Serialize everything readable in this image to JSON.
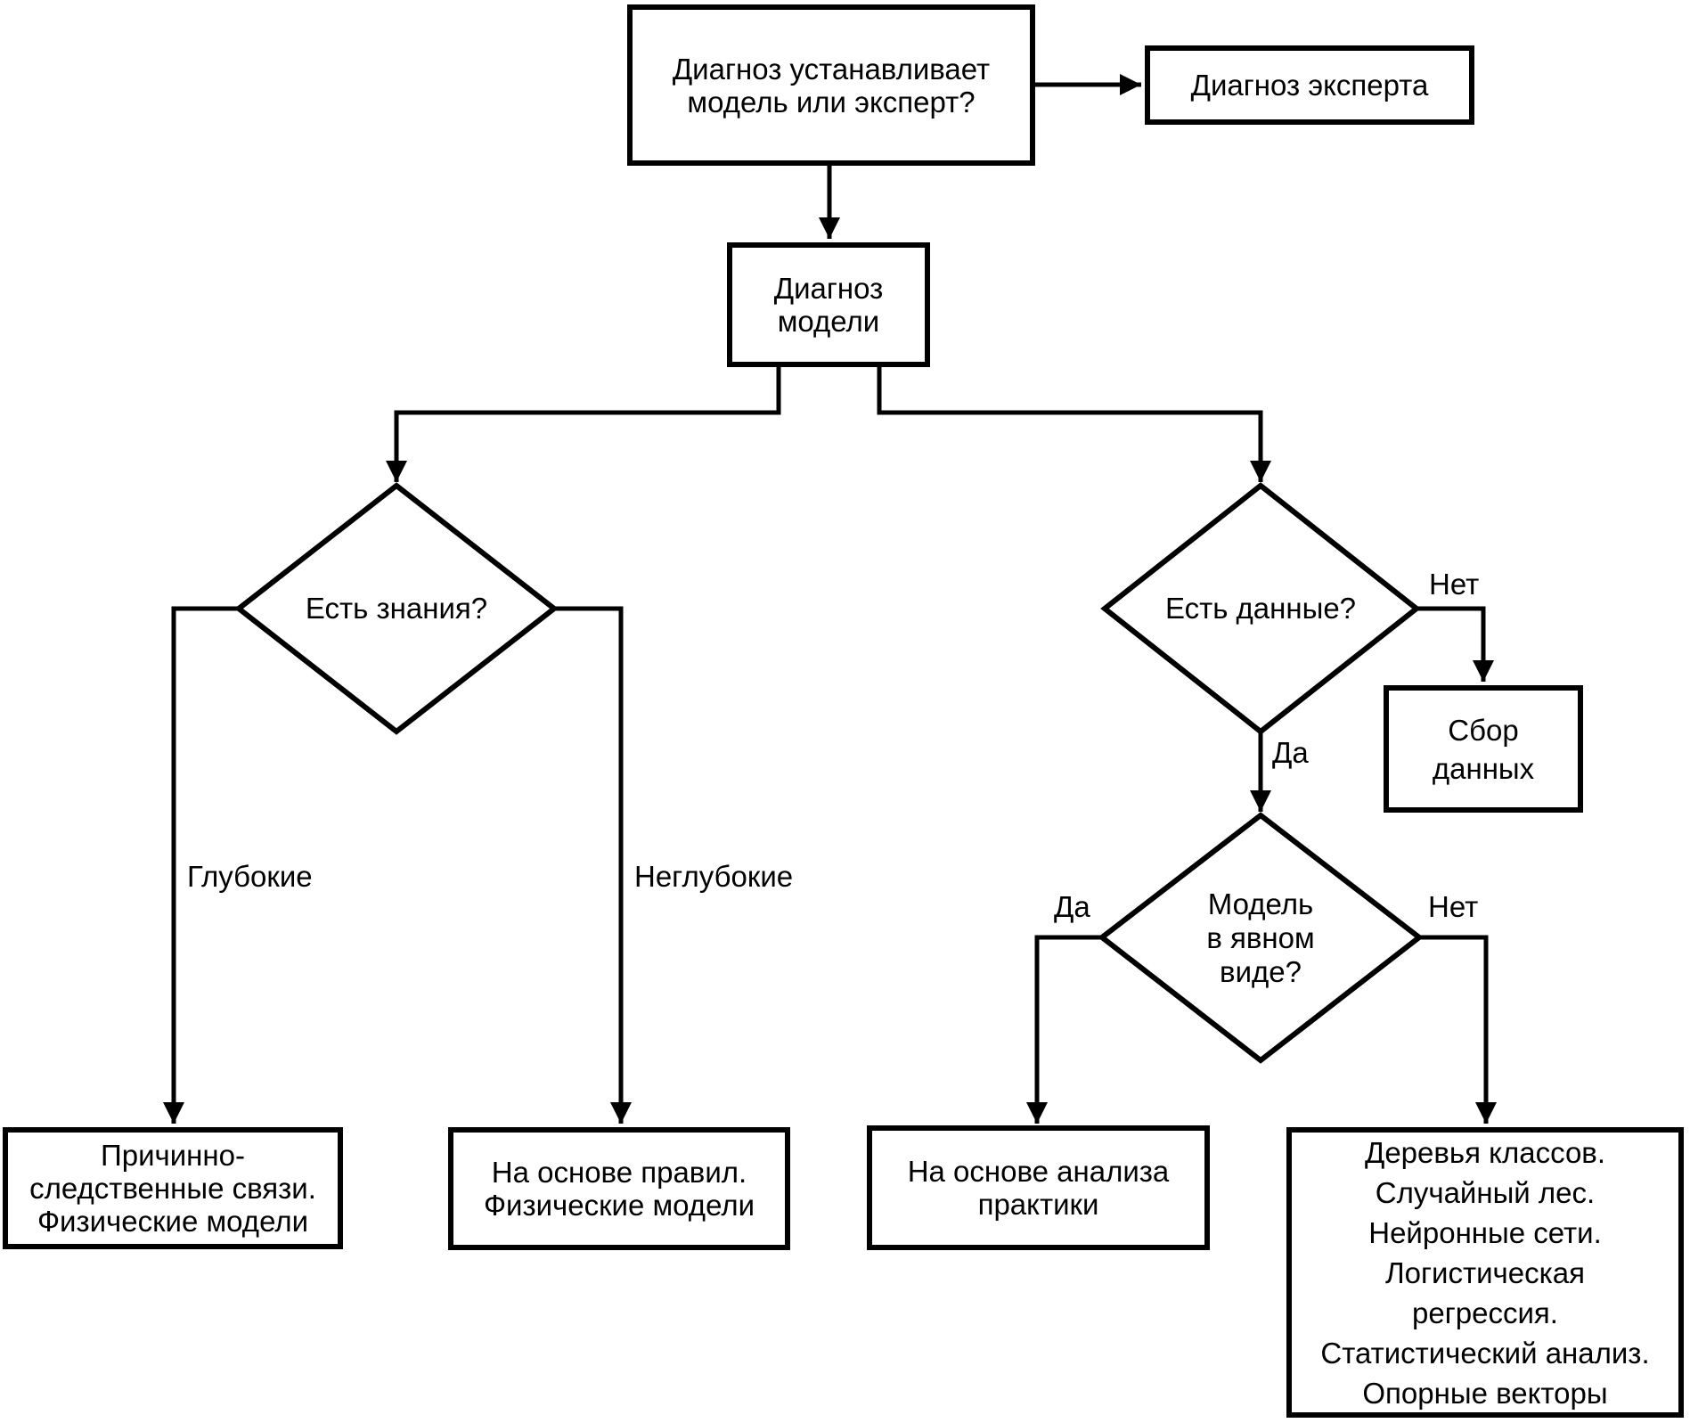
{
  "diagram": {
    "nodes": {
      "start": {
        "text": "Диагноз устанавливает\nмодель или эксперт?"
      },
      "expert": {
        "text": "Диагноз эксперта"
      },
      "model": {
        "text": "Диагноз\nмодели"
      },
      "knowledge": {
        "text": "Есть знания?"
      },
      "data": {
        "text": "Есть данные?"
      },
      "collect": {
        "text": "Сбор\nданных"
      },
      "explicit": {
        "text": "Модель\nв явном\nвиде?"
      },
      "causal": {
        "text": "Причинно-\nследственные связи.\nФизические модели"
      },
      "rules": {
        "text": "На основе правил.\nФизические модели"
      },
      "practice": {
        "text": "На основе анализа\nпрактики"
      },
      "ml": {
        "text": "Деревья классов.\nСлучайный лес.\nНейронные сети.\nЛогистическая\nрегрессия.\nСтатистический анализ.\nОпорные векторы"
      }
    },
    "edge_labels": {
      "deep": "Глубокие",
      "shallow": "Неглубокие",
      "data_no": "Нет",
      "data_yes": "Да",
      "explicit_yes": "Да",
      "explicit_no": "Нет"
    },
    "colors": {
      "ink": "#000000",
      "background": "#ffffff"
    }
  }
}
